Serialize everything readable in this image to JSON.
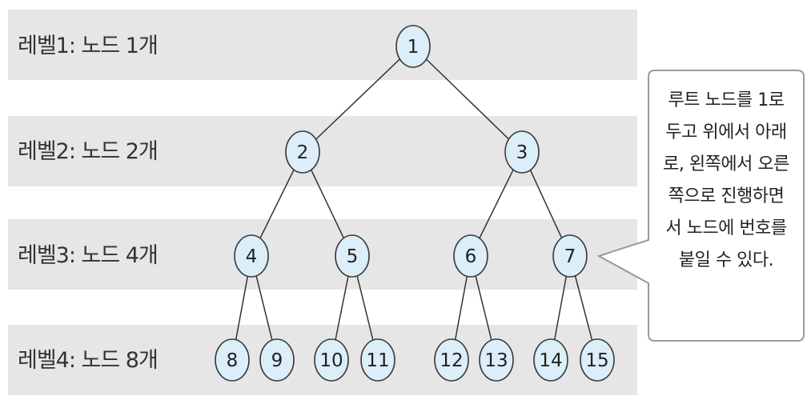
{
  "levels": [
    {
      "label": "레벨1: 노드 1개"
    },
    {
      "label": "레벨2: 노드 2개"
    },
    {
      "label": "레벨3: 노드 4개"
    },
    {
      "label": "레벨4: 노드 8개"
    }
  ],
  "nodes": [
    "1",
    "2",
    "3",
    "4",
    "5",
    "6",
    "7",
    "8",
    "9",
    "10",
    "11",
    "12",
    "13",
    "14",
    "15"
  ],
  "edges": [
    [
      0,
      1
    ],
    [
      0,
      2
    ],
    [
      1,
      3
    ],
    [
      1,
      4
    ],
    [
      2,
      5
    ],
    [
      2,
      6
    ],
    [
      3,
      7
    ],
    [
      3,
      8
    ],
    [
      4,
      9
    ],
    [
      4,
      10
    ],
    [
      5,
      11
    ],
    [
      5,
      12
    ],
    [
      6,
      13
    ],
    [
      6,
      14
    ]
  ],
  "callout": {
    "lines": [
      "루트 노드를 1로",
      "두고 위에서 아래",
      "로, 왼쪽에서 오른",
      "쪽으로 진행하면",
      "서 노드에 번호를",
      "붙일 수 있다."
    ]
  },
  "colors": {
    "band": "#e6e6e6",
    "node_fill": "#dbeef9",
    "node_stroke": "#3a3a3a"
  }
}
